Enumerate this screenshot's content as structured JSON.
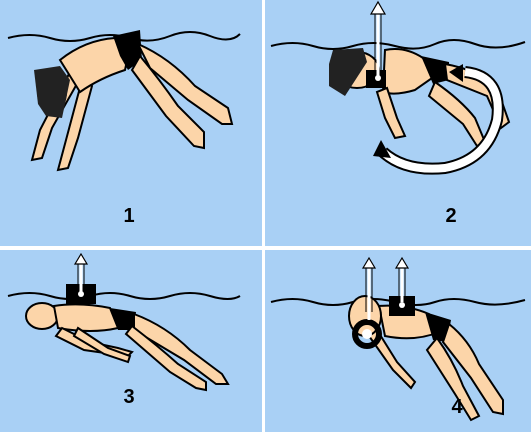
{
  "colors": {
    "water": "#a9d0f5",
    "skin": "#fcd5a9",
    "outline": "#000000",
    "hair": "#222222",
    "trunks": "#000000",
    "arrow": "#ffffff",
    "divider": "#ffffff"
  },
  "panels": [
    {
      "id": 1,
      "label": "1",
      "description_icon": "swimmer-diving-icon"
    },
    {
      "id": 2,
      "label": "2",
      "description_icon": "swimmer-rolling-icon"
    },
    {
      "id": 3,
      "label": "3",
      "description_icon": "swimmer-floating-icon"
    },
    {
      "id": 4,
      "label": "4",
      "description_icon": "swimmer-turning-face-icon"
    }
  ]
}
